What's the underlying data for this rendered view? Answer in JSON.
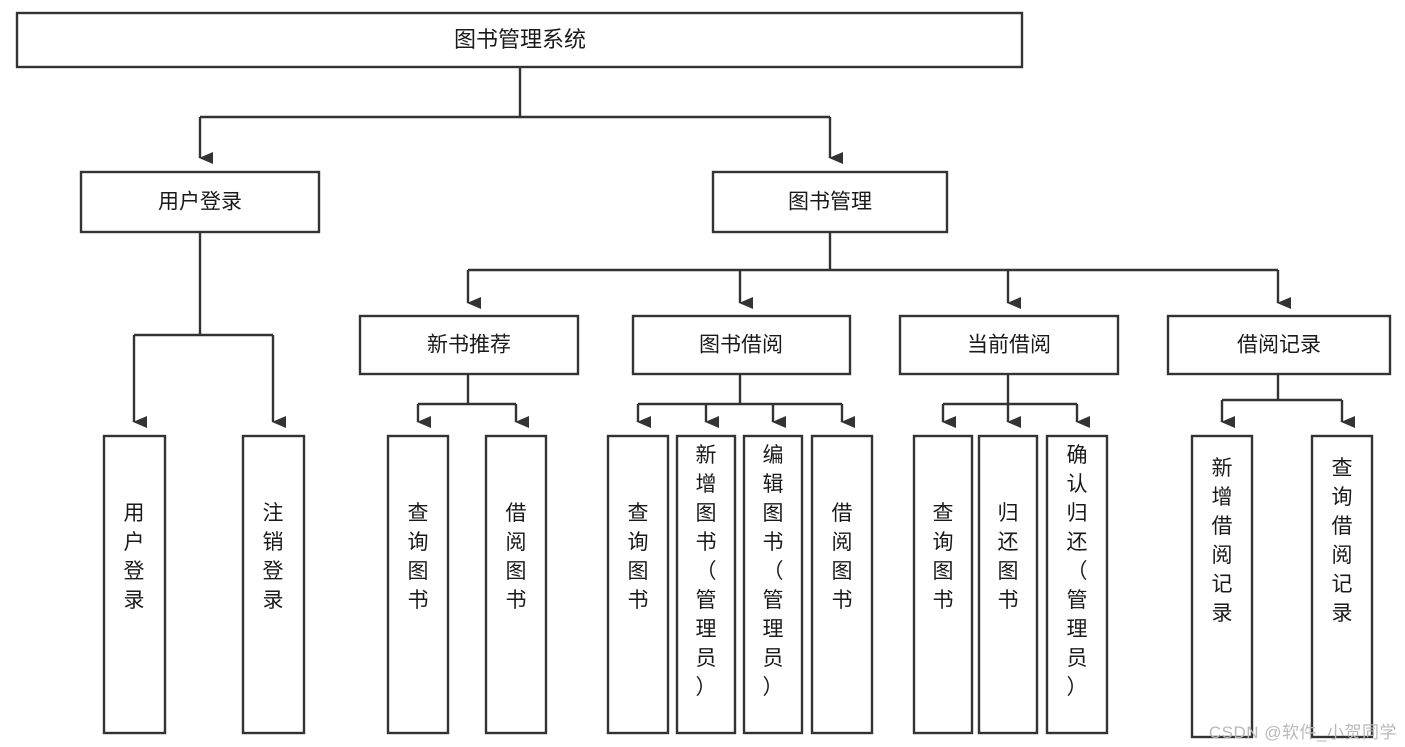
{
  "diagram": {
    "title": "图书管理系统",
    "type": "tree",
    "watermark": "CSDN @软件_小贺同学",
    "colors": {
      "stroke": "#333333",
      "fill": "#ffffff",
      "text": "#1a1a1a",
      "watermark": "#b9b9b9"
    },
    "root": {
      "label": "图书管理系统"
    },
    "level2": [
      {
        "label": "用户登录"
      },
      {
        "label": "图书管理"
      }
    ],
    "level3": [
      {
        "label": "新书推荐"
      },
      {
        "label": "图书借阅"
      },
      {
        "label": "当前借阅"
      },
      {
        "label": "借阅记录"
      }
    ],
    "leaves": {
      "user_login": [
        {
          "label": "用户登录"
        },
        {
          "label": "注销登录"
        }
      ],
      "new_book_recommend": [
        {
          "label": "查询图书"
        },
        {
          "label": "借阅图书"
        }
      ],
      "book_borrow": [
        {
          "label": "查询图书"
        },
        {
          "label": "新增图书（管理员）"
        },
        {
          "label": "编辑图书（管理员）"
        },
        {
          "label": "借阅图书"
        }
      ],
      "current_borrow": [
        {
          "label": "查询图书"
        },
        {
          "label": "归还图书"
        },
        {
          "label": "确认归还（管理员）"
        }
      ],
      "borrow_record": [
        {
          "label": "新增借阅记录"
        },
        {
          "label": "查询借阅记录"
        }
      ]
    }
  }
}
